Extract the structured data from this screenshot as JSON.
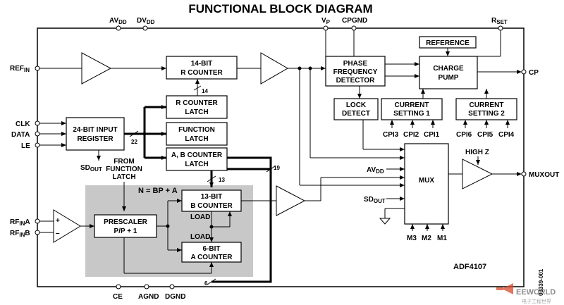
{
  "title": "FUNCTIONAL BLOCK DIAGRAM",
  "top_pins": {
    "avdd": "AV",
    "avdd_sub": "DD",
    "dvdd": "DV",
    "dvdd_sub": "DD",
    "vp": "V",
    "vp_sub": "P",
    "cpgnd": "CPGND",
    "rset": "R",
    "rset_sub": "SET"
  },
  "left_pins": {
    "refin": "REF",
    "refin_sub": "IN",
    "clk": "CLK",
    "data": "DATA",
    "le": "LE",
    "rfina": "RF",
    "rfina_sub": "IN",
    "rfina_suffix": "A",
    "rfinb": "RF",
    "rfinb_sub": "IN",
    "rfinb_suffix": "B"
  },
  "right_pins": {
    "cp": "CP",
    "muxout": "MUXOUT"
  },
  "bottom_pins": {
    "ce": "CE",
    "agnd": "AGND",
    "dgnd": "DGND"
  },
  "blocks": {
    "r_counter": [
      "14-BIT",
      "R COUNTER"
    ],
    "r_counter_latch": [
      "R COUNTER",
      "LATCH"
    ],
    "function_latch": [
      "FUNCTION",
      "LATCH"
    ],
    "ab_counter_latch": [
      "A, B COUNTER",
      "LATCH"
    ],
    "input_register": [
      "24-BIT INPUT",
      "REGISTER"
    ],
    "pfd": [
      "PHASE",
      "FREQUENCY",
      "DETECTOR"
    ],
    "reference": "REFERENCE",
    "charge_pump": [
      "CHARGE",
      "PUMP"
    ],
    "lock_detect": [
      "LOCK",
      "DETECT"
    ],
    "current_setting_1": [
      "CURRENT",
      "SETTING 1"
    ],
    "current_setting_2": [
      "CURRENT",
      "SETTING 2"
    ],
    "mux": "MUX",
    "prescaler": [
      "PRESCALER",
      "P/P + 1"
    ],
    "b_counter": [
      "13-BIT",
      "B COUNTER"
    ],
    "a_counter": [
      "6-BIT",
      "A COUNTER"
    ]
  },
  "labels": {
    "bus_14": "14",
    "bus_22": "22",
    "bus_19": "19",
    "bus_13": "13",
    "bus_6": "6",
    "sdout": "SD",
    "sdout_sub": "OUT",
    "from_function_latch": [
      "FROM",
      "FUNCTION",
      "LATCH"
    ],
    "n_equation": "N = BP + A",
    "load_b": "LOAD",
    "load_a": "LOAD",
    "plus": "+",
    "minus": "–",
    "mux_avdd": "AV",
    "mux_avdd_sub": "DD",
    "mux_sdout": "SD",
    "mux_sdout_sub": "OUT",
    "high_z": "HIGH Z",
    "cpi": [
      "CPI3",
      "CPI2",
      "CPI1",
      "CPI6",
      "CPI5",
      "CPI4"
    ],
    "m": [
      "M3",
      "M2",
      "M1"
    ],
    "part_number": "ADF4107",
    "figure_code": "03339-001",
    "watermark": "EEWORLD",
    "watermark_sub": "电子工程世界"
  }
}
